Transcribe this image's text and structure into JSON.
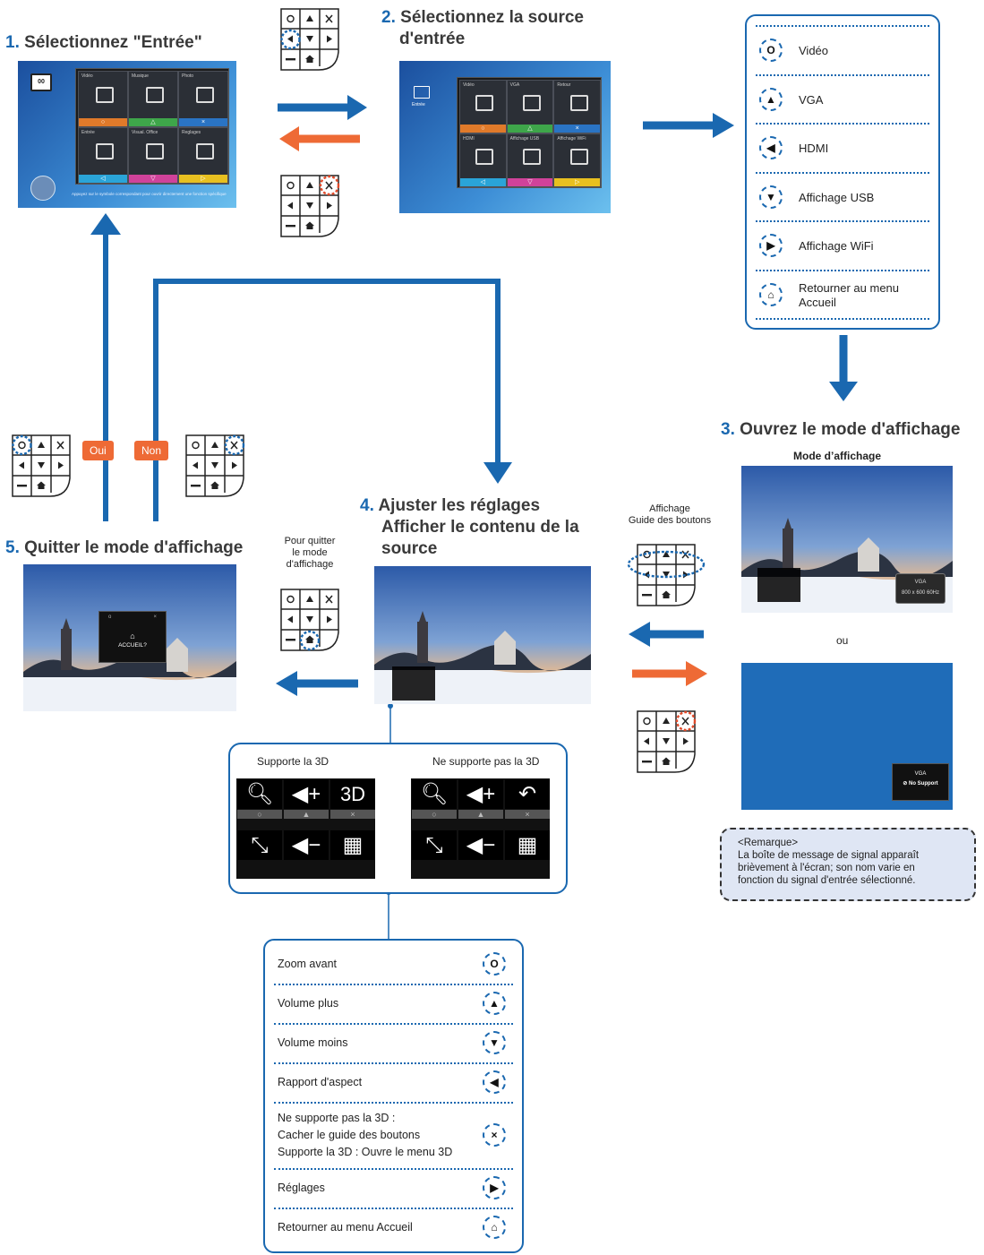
{
  "steps": {
    "s1": {
      "num": "1.",
      "title": "Sélectionnez \"Entrée\""
    },
    "s2": {
      "num": "2.",
      "line1": "Sélectionnez la source",
      "line2": "d'entrée"
    },
    "s3": {
      "num": "3.",
      "title": "Ouvrez le mode d'affichage"
    },
    "s4": {
      "num": "4.",
      "line1": "Ajuster les réglages",
      "line2": "Afficher le contenu de la",
      "line3": "source"
    },
    "s5": {
      "num": "5.",
      "title": "Quitter le mode d'affichage"
    }
  },
  "home_menu": {
    "tiles": [
      {
        "label": "Vidéo",
        "bar": "○",
        "color": "#e07a2a"
      },
      {
        "label": "Musique",
        "bar": "△",
        "color": "#3ea64a"
      },
      {
        "label": "Photo",
        "bar": "×",
        "color": "#2a74c4"
      },
      {
        "label": "Entrée",
        "bar": "◁",
        "color": "#2aa4d8"
      },
      {
        "label": "Visual. Office",
        "bar": "▽",
        "color": "#d0429a"
      },
      {
        "label": "Reglages",
        "bar": "▷",
        "color": "#e8c020"
      }
    ],
    "footer": "Appuyez sur le symbole correspondant pour ouvrir directement une fonction spécifique"
  },
  "input_menu": {
    "side_label": "Entrée",
    "tiles": [
      {
        "label": "Vidéo",
        "bar": "○",
        "color": "#e07a2a"
      },
      {
        "label": "VGA",
        "bar": "△",
        "color": "#3ea64a"
      },
      {
        "label": "Retour",
        "bar": "×",
        "color": "#2a74c4"
      },
      {
        "label": "HDMI",
        "bar": "◁",
        "color": "#2aa4d8"
      },
      {
        "label": "Affichage USB",
        "bar": "▽",
        "color": "#d0429a"
      },
      {
        "label": "Affichage WiFi",
        "bar": "▷",
        "color": "#e8c020"
      }
    ]
  },
  "sources": [
    {
      "label": "Vidéo",
      "icon": "O"
    },
    {
      "label": "VGA",
      "icon": "▲"
    },
    {
      "label": "HDMI",
      "icon": "◀"
    },
    {
      "label": "Affichage USB",
      "icon": "▼"
    },
    {
      "label": "Affichage WiFi",
      "icon": "▶"
    },
    {
      "label": "Retourner au menu Accueil",
      "icon": "⌂"
    }
  ],
  "mode_affichage": "Mode d’affichage",
  "vga_box": {
    "line1": "VGA",
    "line2": "800 x 600 60Hz"
  },
  "ou": "ou",
  "no_support": {
    "line1": "VGA",
    "line2": "No Support"
  },
  "guide_label": {
    "line1": "Affichage",
    "line2": "Guide des boutons"
  },
  "quit_label": {
    "line1": "Pour quitter",
    "line2": "le mode",
    "line3": "d'affichage"
  },
  "accueil_dialog": "ACCUEIL?",
  "oui": "Oui",
  "non": "Non",
  "remark": {
    "title": "<Remarque>",
    "line1": "La boîte de message de signal apparaît",
    "line2": "brièvement à l'écran; son nom varie en",
    "line3": "fonction du signal d'entrée sélectionné."
  },
  "guides": {
    "left_title": "Supporte la 3D",
    "right_title": "Ne supporte pas la 3D",
    "left_third": "3D"
  },
  "functions": [
    {
      "label": "Zoom avant",
      "icon": "O"
    },
    {
      "label": "Volume plus",
      "icon": "▲"
    },
    {
      "label": "Volume moins",
      "icon": "▼"
    },
    {
      "label": "Rapport d'aspect",
      "icon": "◀"
    },
    {
      "label": "Ne supporte pas la 3D :",
      "label2": "Cacher le guide des boutons",
      "label3": "Supporte la 3D : Ouvre le menu 3D",
      "icon": "×"
    },
    {
      "label": "Réglages",
      "icon": "▶"
    },
    {
      "label": "Retourner au menu Accueil",
      "icon": "⌂"
    }
  ],
  "colors": {
    "blue": "#1a68b0",
    "orange": "#ee6a35"
  }
}
